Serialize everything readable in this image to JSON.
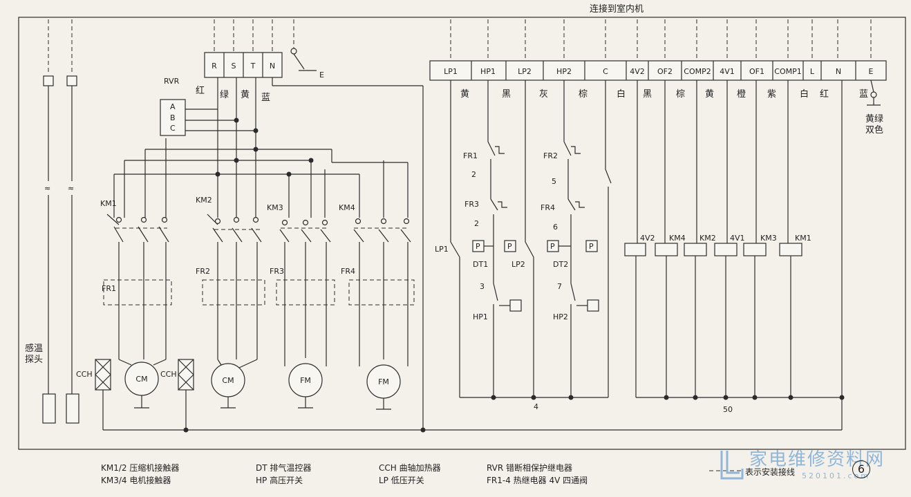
{
  "header": {
    "top_label": "连接到室内机"
  },
  "terminal_rstn": [
    "R",
    "S",
    "T",
    "N"
  ],
  "ground_label": "E",
  "rvr": {
    "label": "RVR",
    "pins": [
      "A",
      "B",
      "C"
    ]
  },
  "phase_colors": [
    "红",
    "绿",
    "黄",
    "蓝"
  ],
  "indoor_terminals": [
    "LP1",
    "HP1",
    "LP2",
    "HP2",
    "C",
    "4V2",
    "OF2",
    "COMP2",
    "4V1",
    "OF1",
    "COMP1",
    "L",
    "N",
    "E"
  ],
  "wire_colors": [
    "黄",
    "黑",
    "灰",
    "棕",
    "白",
    "黑",
    "棕",
    "黄",
    "橙",
    "紫",
    "白",
    "红",
    "蓝"
  ],
  "earth_wire_color": "黄绿\n双色",
  "contactors": [
    "KM1",
    "KM2",
    "KM3",
    "KM4"
  ],
  "overloads": [
    "FR1",
    "FR2",
    "FR3",
    "FR4"
  ],
  "motors": [
    "CM",
    "CM",
    "FM",
    "FM"
  ],
  "crankcase_heater": "CCH",
  "sensor_label": "感温\n探头",
  "control_left": {
    "fr1": "FR1",
    "n2": "2",
    "fr3": "FR3",
    "n2b": "2",
    "lp1": "LP1",
    "p": "P",
    "dt1": "DT1",
    "n3": "3",
    "hp1": "HP1",
    "fr2": "FR2",
    "n5": "5",
    "fr4": "FR4",
    "n6": "6",
    "lp2": "LP2",
    "dt2": "DT2",
    "n7": "7",
    "hp2": "HP2",
    "n4": "4"
  },
  "coils": [
    "4V2",
    "KM4",
    "KM2",
    "4V1",
    "KM3",
    "KM1"
  ],
  "coil_bus_number": "50",
  "legend": {
    "col1": [
      "KM1/2  压缩机接触器",
      "KM3/4  电机接触器"
    ],
    "col2": [
      "DT  排气温控器",
      "HP  高压开关"
    ],
    "col3": [
      "CCH  曲轴加热器",
      "LP   低压开关"
    ],
    "col4": [
      "RVR  错断相保护继电器",
      "FR1-4  热继电器    4V   四通阀"
    ],
    "install_note": "表示安装接线"
  },
  "logo": {
    "text": "家电维修资料网",
    "url": "520101.com"
  },
  "page_number": "6"
}
